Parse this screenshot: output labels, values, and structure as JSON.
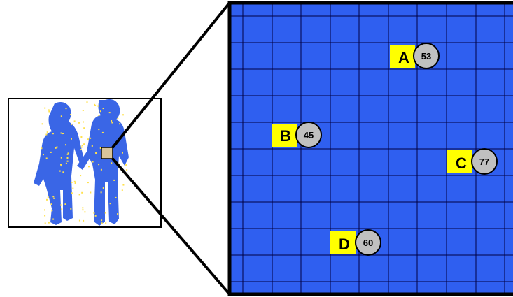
{
  "colors": {
    "grid_fill": "#2f5ff0",
    "grid_line": "#000044",
    "frame": "#000000",
    "label_bg": "#ffff00",
    "badge_fill": "#c0c0c0",
    "silhouette": "#3a66e6",
    "speckle": "#ffe14d",
    "zoom_square": "#d8c49a"
  },
  "points": [
    {
      "letter": "A",
      "value": "53"
    },
    {
      "letter": "B",
      "value": "45"
    },
    {
      "letter": "C",
      "value": "77"
    },
    {
      "letter": "D",
      "value": "60"
    }
  ]
}
